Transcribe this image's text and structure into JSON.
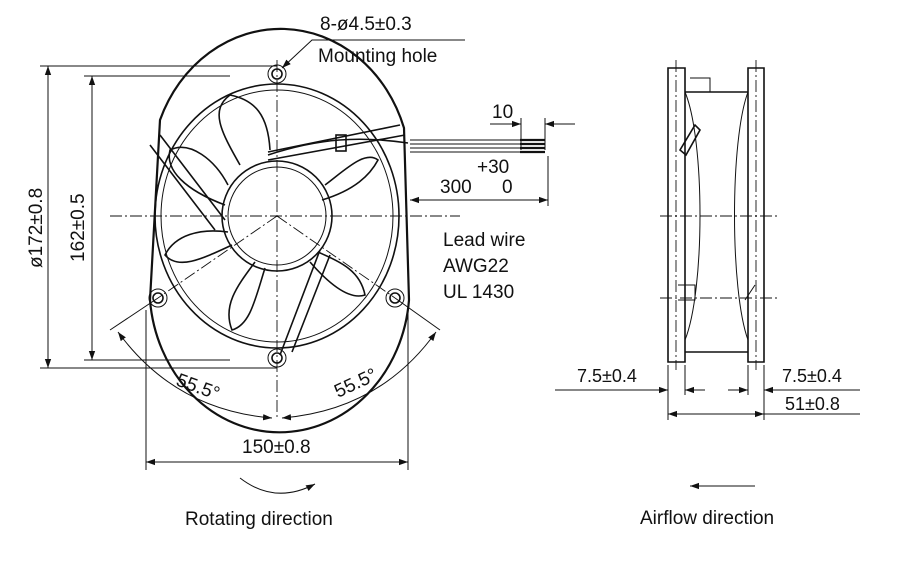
{
  "front_view": {
    "mounting_hole_spec": "8-ø4.5±0.3",
    "mounting_hole_label": "Mounting hole",
    "outer_diameter": "ø172±0.8",
    "height": "162±0.5",
    "hole_pitch": "150±0.8",
    "angle_left": "55.5°",
    "angle_right": "55.5°",
    "lead_strip": "10",
    "lead_tolerance": "+30",
    "lead_length": "300",
    "lead_tolerance_low": "0",
    "lead_wire_line1": "Lead wire",
    "lead_wire_line2": "AWG22",
    "lead_wire_line3": "UL 1430",
    "rotating_direction": "Rotating direction"
  },
  "side_view": {
    "flange_left": "7.5±0.4",
    "flange_right": "7.5±0.4",
    "depth": "51±0.8",
    "airflow_direction": "Airflow direction"
  }
}
